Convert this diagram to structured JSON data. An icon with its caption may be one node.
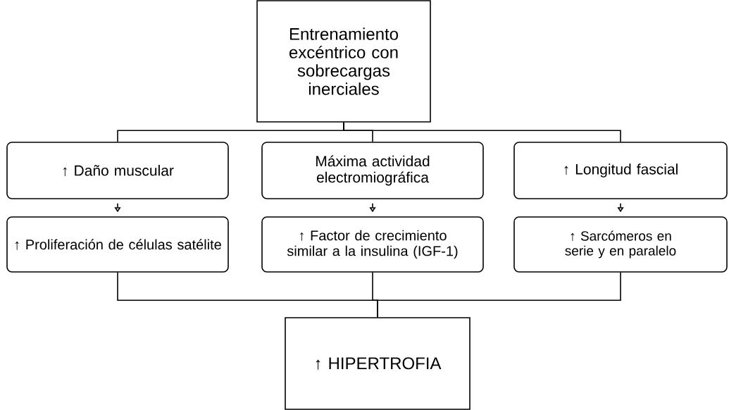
{
  "diagram": {
    "nodes": [
      {
        "text": [
          "Entrenamiento excéntrico con sobrecargas inerciales"
        ]
      },
      {
        "text": [
          "↑ Daño muscular"
        ]
      },
      {
        "text": [
          "Máxima actividad electromiográfica"
        ]
      },
      {
        "text": [
          "↑ Longitud fascial"
        ]
      },
      {
        "text": [
          "↑ Proliferación de células satélite"
        ]
      },
      {
        "text": [
          "↑ Factor de crecimiento similar a la insulina (IGF-1)"
        ]
      },
      {
        "text": [
          "↑ Sarcómeros en serie y en paralelo"
        ]
      },
      {
        "text": [
          "↑ HIPERTROFIA"
        ]
      }
    ],
    "edges": [
      {
        "from": 0,
        "to": 1,
        "arrow": "none"
      },
      {
        "from": 0,
        "to": 2,
        "arrow": "none"
      },
      {
        "from": 0,
        "to": 3,
        "arrow": "none"
      },
      {
        "from": 1,
        "to": 4,
        "arrow": "to"
      },
      {
        "from": 2,
        "to": 5,
        "arrow": "to"
      },
      {
        "from": 3,
        "to": 6,
        "arrow": "to"
      },
      {
        "from": 4,
        "to": 7,
        "arrow": "none"
      },
      {
        "from": 5,
        "to": 7,
        "arrow": "none"
      },
      {
        "from": 6,
        "to": 7,
        "arrow": "none"
      }
    ]
  }
}
